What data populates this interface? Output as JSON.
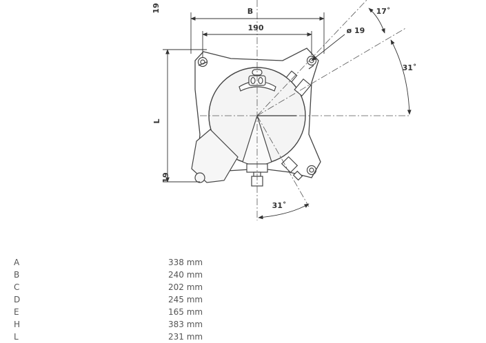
{
  "diagram": {
    "labels": {
      "dim_b": "B",
      "dim_190": "190",
      "dim_phi19": "ø 19",
      "angle_17": "17˚",
      "angle_31_right": "31˚",
      "angle_31_bottom": "31˚",
      "dim_l": "L",
      "dim_19_top": "19",
      "dim_19_left": "19"
    }
  },
  "dimensions": [
    {
      "key": "A",
      "value": "338 mm"
    },
    {
      "key": "B",
      "value": "240 mm"
    },
    {
      "key": "C",
      "value": "202 mm"
    },
    {
      "key": "D",
      "value": "245 mm"
    },
    {
      "key": "E",
      "value": "165 mm"
    },
    {
      "key": "H",
      "value": "383 mm"
    },
    {
      "key": "L",
      "value": "231 mm"
    }
  ]
}
